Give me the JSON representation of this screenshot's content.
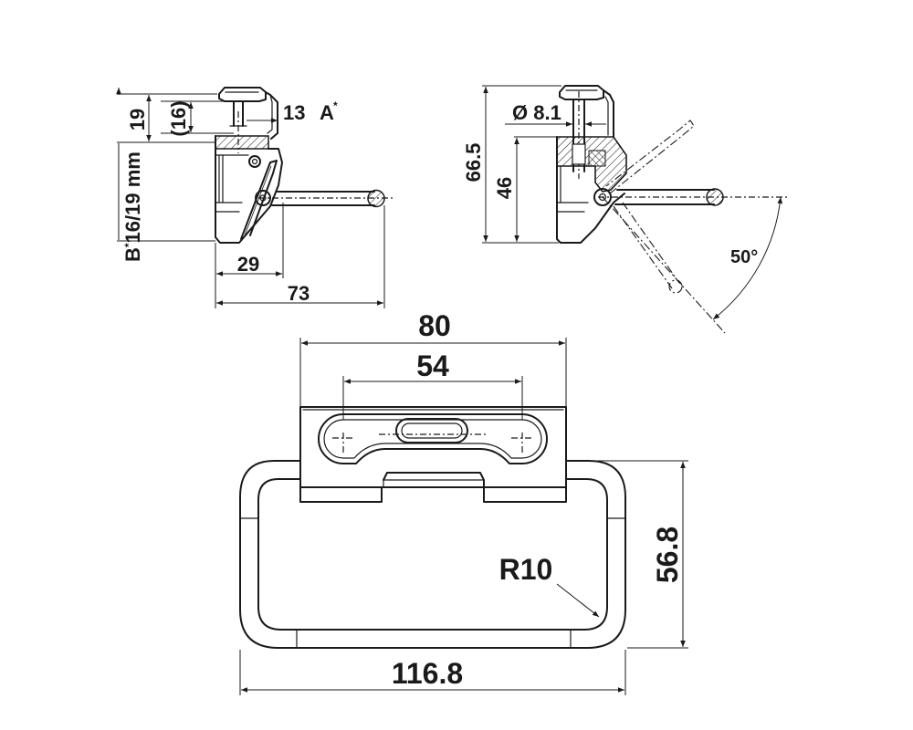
{
  "side_view": {
    "dim_height_small": "19",
    "dim_height_ref": "(16)",
    "dim_width_top": "13",
    "marker_a": "A",
    "marker_a_sup": "*",
    "dim_b_prefix": "B",
    "dim_b_sup": "*",
    "dim_b_value": "16/19 mm",
    "dim_body_width": "29",
    "dim_total_length": "73"
  },
  "open_view": {
    "dim_total_height": "66.5",
    "dim_body_height": "46",
    "dim_bolt_diameter": "Ø 8.1",
    "dim_angle": "50°"
  },
  "top_view": {
    "dim_width_base": "80",
    "dim_hole_spacing": "54",
    "dim_handle_width": "116.8",
    "dim_handle_height": "56.8",
    "dim_radius": "R10"
  }
}
